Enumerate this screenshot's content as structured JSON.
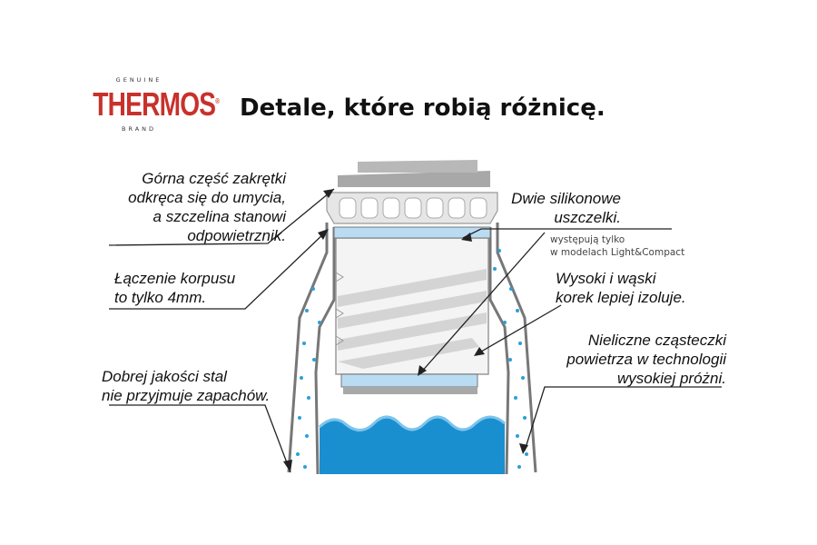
{
  "logo": {
    "top": "GENUINE",
    "brand": "THERMOS",
    "bottom": "BRAND"
  },
  "title": "Detale, które robią różnicę.",
  "labels": {
    "top_left": [
      "Górna część zakrętki",
      "odkręca się do umycia,",
      "a szczelina stanowi",
      "odpowietrznik."
    ],
    "mid_left": [
      "Łączenie korpusu",
      "to tylko 4mm."
    ],
    "bottom_left": [
      "Dobrej jakości stal",
      "nie przyjmuje zapachów."
    ],
    "top_right": [
      "Dwie silikonowe",
      "uszczelki."
    ],
    "top_right_note": [
      "występują tylko",
      "w modelach Light&Compact"
    ],
    "mid_right": [
      "Wysoki i wąski",
      "korek lepiej izoluje."
    ],
    "bottom_right": [
      "Nieliczne cząsteczki",
      "powietrza w technologii",
      "wysokiej próżni."
    ]
  },
  "colors": {
    "brand": "#c8312c",
    "liquid": "#1a8fd0",
    "gasket": "#b9dcf2",
    "metal": "#a8a8a8",
    "dots": "#2c9fd8"
  }
}
